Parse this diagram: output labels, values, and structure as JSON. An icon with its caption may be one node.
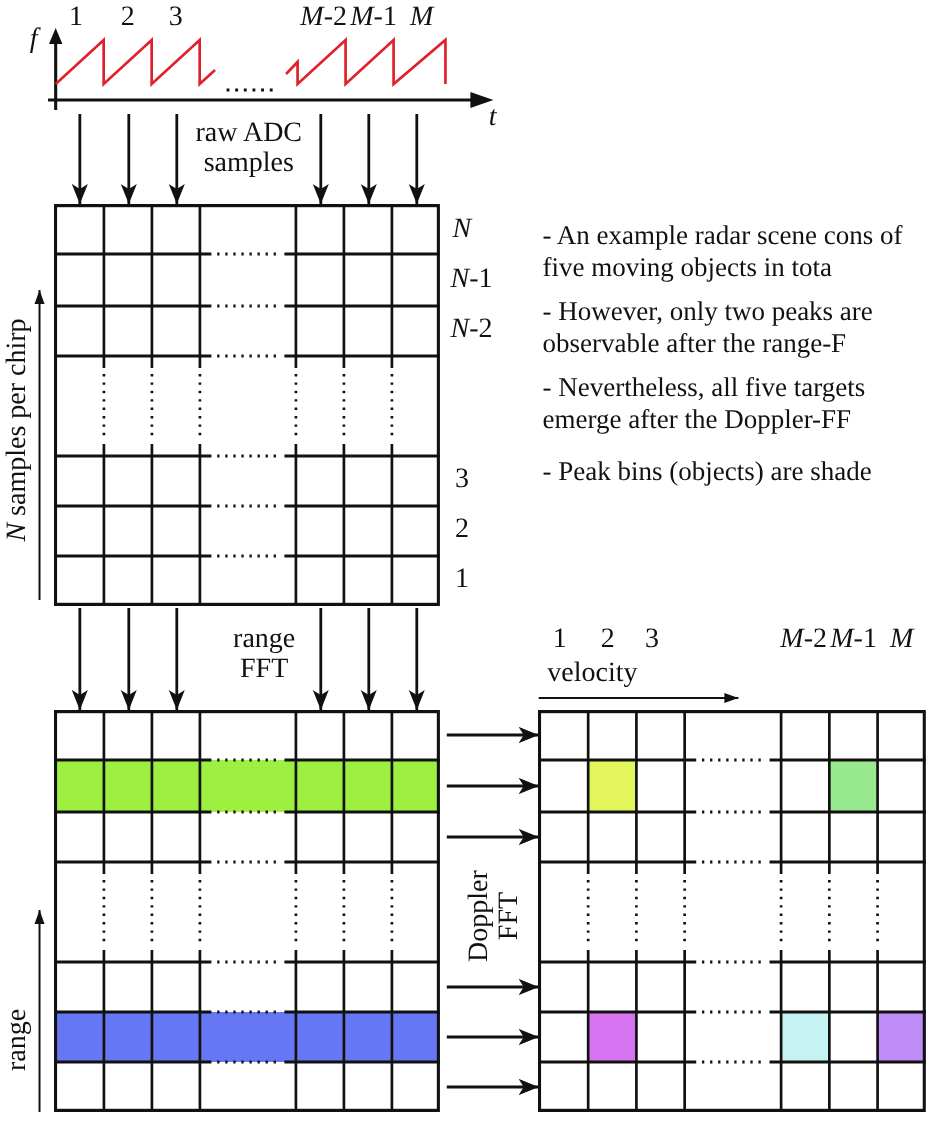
{
  "diagram": {
    "nodes": [
      {
        "text": [],
        "shape": "chart",
        "beside": [
          "f",
          "1",
          "2",
          "3",
          "*M*-2",
          "*M*-1",
          "*M*",
          "t"
        ]
      },
      {
        "text": [],
        "shape": "grid",
        "beside": [
          "*N*",
          "*N*-1",
          "*N*-2",
          "3",
          "2",
          "1",
          "*N* samples per chirp"
        ]
      },
      {
        "text": [],
        "shape": "grid",
        "beside": [
          "range"
        ]
      },
      {
        "text": [],
        "shape": "grid",
        "beside": [
          "1",
          "2",
          "3",
          "*M*-2",
          "*M*-1",
          "*M*",
          "velocity"
        ]
      }
    ],
    "edges": [
      {
        "from": 0,
        "to": 1,
        "arrow": "to"
      },
      {
        "from": 0,
        "to": 1,
        "arrow": "to"
      },
      {
        "from": 0,
        "to": 1,
        "arrow": "to"
      },
      {
        "from": 0,
        "to": 1,
        "arrow": "to"
      },
      {
        "from": 0,
        "to": 1,
        "arrow": "to"
      },
      {
        "from": 0,
        "to": 1,
        "arrow": "to"
      },
      {
        "from": 1,
        "to": 2,
        "arrow": "to"
      },
      {
        "from": 1,
        "to": 2,
        "arrow": "to"
      },
      {
        "from": 1,
        "to": 2,
        "arrow": "to"
      },
      {
        "from": 1,
        "to": 2,
        "arrow": "to"
      },
      {
        "from": 1,
        "to": 2,
        "arrow": "to"
      },
      {
        "from": 1,
        "to": 2,
        "arrow": "to"
      },
      {
        "from": 2,
        "to": 3,
        "arrow": "to"
      },
      {
        "from": 2,
        "to": 3,
        "arrow": "to"
      },
      {
        "from": 2,
        "to": 3,
        "arrow": "to"
      },
      {
        "from": 2,
        "to": 3,
        "arrow": "to"
      },
      {
        "from": 2,
        "to": 3,
        "arrow": "to"
      },
      {
        "from": 2,
        "to": 3,
        "arrow": "to"
      }
    ],
    "labels": [
      "raw ADC samples",
      "range FFT",
      "Doppler FFT",
      "- An example radar scene cons of five moving objects in tota",
      "- However, only two peaks are observable after the range-F",
      "- Nevertheless, all five targets emerge after the Doppler-FF",
      "- Peak bins (objects) are shade"
    ]
  }
}
